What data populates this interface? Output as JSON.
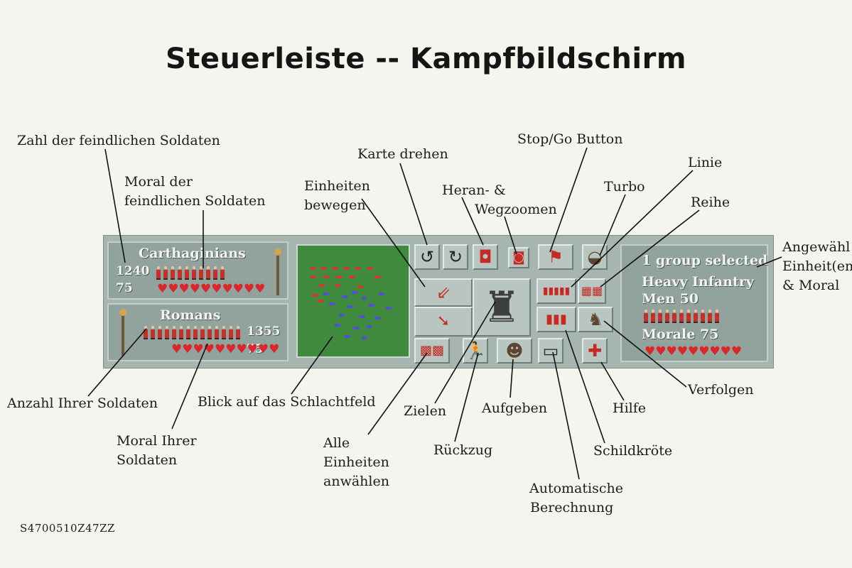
{
  "title": "Steuerleiste -- Kampfbildschirm",
  "code": "S4700510Z47ZZ",
  "labels": {
    "zahl_feindlich": "Zahl der feindlichen Soldaten",
    "moral_feindlich_1": "Moral der",
    "moral_feindlich_2": "feindlichen Soldaten",
    "einheiten_bewegen_1": "Einheiten",
    "einheiten_bewegen_2": "bewegen",
    "karte_drehen": "Karte drehen",
    "heran_1": "Heran- &",
    "heran_2": "Wegzoomen",
    "stop_go": "Stop/Go Button",
    "turbo": "Turbo",
    "linie": "Linie",
    "reihe": "Reihe",
    "angewaehlt_1": "Angewähl",
    "angewaehlt_2": "Einheit(en",
    "angewaehlt_3": "& Moral",
    "anzahl_ihrer": "Anzahl Ihrer Soldaten",
    "blick": "Blick auf das Schlachtfeld",
    "moral_ihrer_1": "Moral Ihrer",
    "moral_ihrer_2": "Soldaten",
    "alle_1": "Alle",
    "alle_2": "Einheiten",
    "alle_3": "anwählen",
    "zielen": "Zielen",
    "rueckzug": "Rückzug",
    "aufgeben": "Aufgeben",
    "automatische_1": "Automatische",
    "automatische_2": "Berechnung",
    "hilfe": "Hilfe",
    "schildkroete": "Schildkröte",
    "verfolgen": "Verfolgen"
  },
  "enemy": {
    "name": "Carthaginians",
    "count": "1240",
    "morale": "75"
  },
  "own": {
    "name": "Romans",
    "count": "1355",
    "morale": "75"
  },
  "selection": {
    "line1": "1 group selected",
    "line2": "Heavy Infantry",
    "line3": "Men 50",
    "line4": "Morale 75"
  },
  "icons": {
    "rotate_left": "rotate-left-icon",
    "rotate_right": "rotate-right-icon",
    "zoom_in": "zoom-in-icon",
    "zoom_out": "zoom-out-icon",
    "stop_go": "flag-icon",
    "turbo": "tortoise-icon",
    "move": "arrow-icon",
    "archer": "archer-icon",
    "line": "soldier-line-icon",
    "column": "soldier-column-icon",
    "testudo": "shield-wall-icon",
    "pursue": "horse-icon",
    "select_all": "group-icon",
    "retreat": "running-man-icon",
    "surrender": "surrender-icon",
    "auto": "computer-icon",
    "help": "red-cross-icon"
  },
  "colors": {
    "bar": "#a7b5b0",
    "battlefield": "#3f8a3d",
    "enemy_units": "#d43a2c",
    "own_units": "#4f55c8",
    "hearts": "#d8282a"
  }
}
